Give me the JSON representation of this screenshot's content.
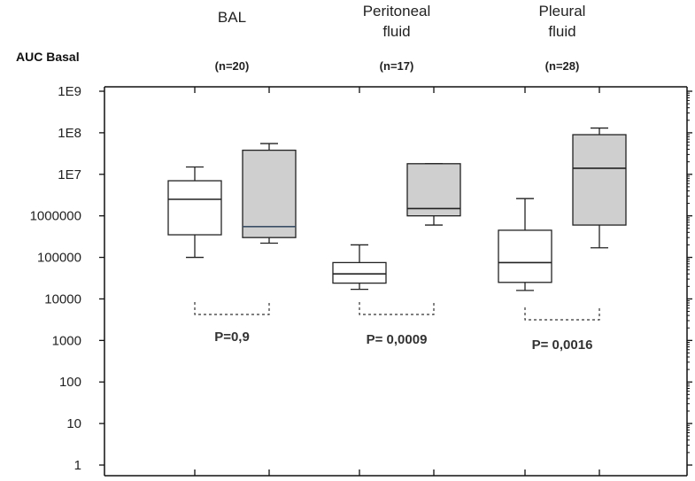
{
  "chart_data": {
    "type": "box",
    "y_axis_title": "AUC Basal",
    "y_scale": "log",
    "ylim": [
      1,
      1000000000
    ],
    "y_tick_labels": [
      "1",
      "10",
      "100",
      "1000",
      "10000",
      "100000",
      "1000000",
      "1E7",
      "1E8",
      "1E9"
    ],
    "grid": false,
    "groups": [
      {
        "label_lines": [
          "BAL"
        ],
        "n_label": "(n=20)",
        "p_value": "P=0,9",
        "boxes": [
          {
            "fill": "#ffffff",
            "min": 100000,
            "q1": 350000,
            "median": 2500000,
            "q3": 7000000,
            "max": 15000000
          },
          {
            "fill": "#cfcfcf",
            "min": 220000,
            "q1": 300000,
            "median": 550000,
            "q3": 38000000,
            "max": 55000000,
            "median_color": "#3a4f66"
          }
        ]
      },
      {
        "label_lines": [
          "Peritoneal",
          "fluid"
        ],
        "n_label": "(n=17)",
        "p_value": "P= 0,0009",
        "boxes": [
          {
            "fill": "#ffffff",
            "min": 17000,
            "q1": 24000,
            "median": 40000,
            "q3": 75000,
            "max": 200000
          },
          {
            "fill": "#cfcfcf",
            "min": 600000,
            "q1": 1000000,
            "median": 1500000,
            "q3": 18000000,
            "max": 18000000
          }
        ]
      },
      {
        "label_lines": [
          "Pleural",
          "fluid"
        ],
        "n_label": "(n=28)",
        "p_value": "P= 0,0016",
        "boxes": [
          {
            "fill": "#ffffff",
            "min": 16000,
            "q1": 25000,
            "median": 75000,
            "q3": 450000,
            "max": 2600000
          },
          {
            "fill": "#cfcfcf",
            "min": 170000,
            "q1": 600000,
            "median": 14000000,
            "q3": 90000000,
            "max": 130000000
          }
        ]
      }
    ]
  }
}
